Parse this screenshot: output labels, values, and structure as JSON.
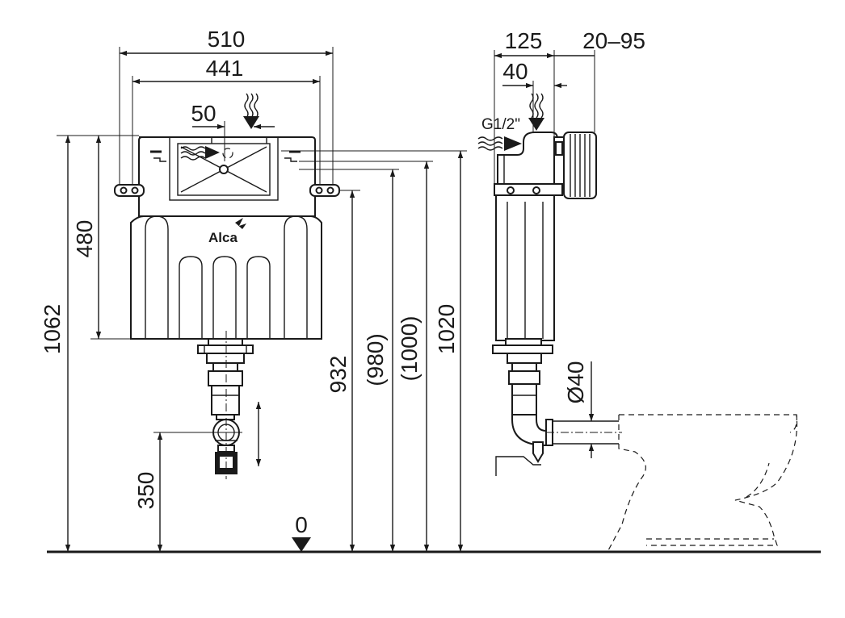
{
  "dimensions": {
    "width_outer": "510",
    "width_inner": "441",
    "offset_inlet": "50",
    "height_total": "1062",
    "height_tank": "480",
    "height_mount": "932",
    "height_980": "(980)",
    "height_1000": "(1000)",
    "height_1020": "1020",
    "height_outlet": "350",
    "floor_zero": "0",
    "depth_125": "125",
    "adjust_range": "20–95",
    "depth_40": "40",
    "pipe_diameter": "Ø40",
    "inlet_thread": "G1/2\""
  },
  "brand": {
    "logo_text": "Alca"
  },
  "colors": {
    "line": "#1a1a1a",
    "background": "#ffffff"
  }
}
